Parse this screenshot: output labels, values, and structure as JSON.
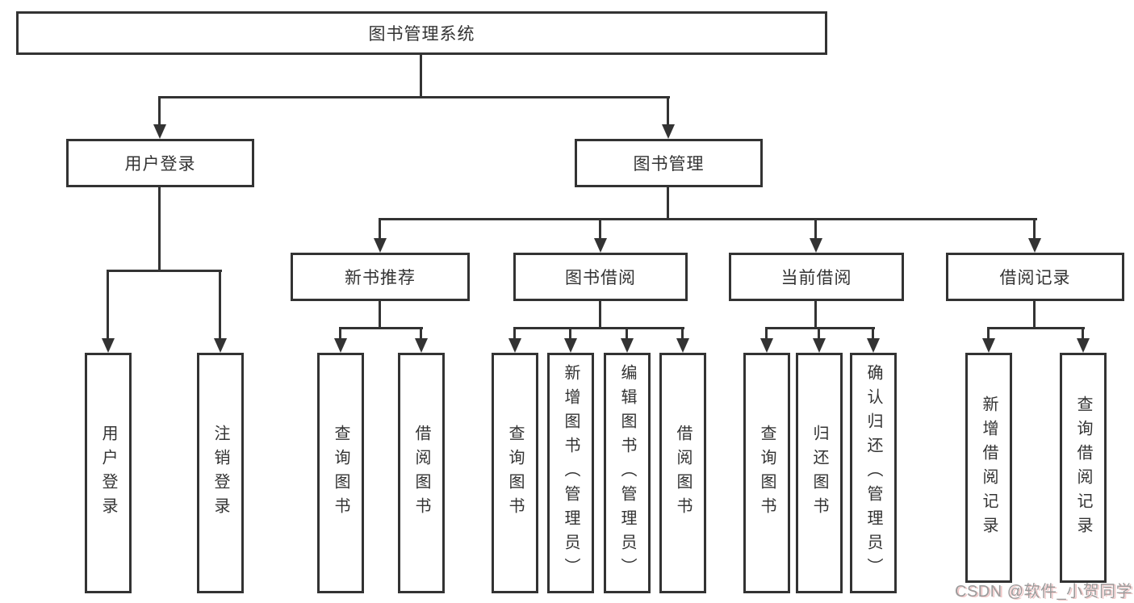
{
  "diagram": {
    "root": {
      "label": "图书管理系统"
    },
    "branches": [
      {
        "label": "用户登录",
        "children": [
          {
            "label": "用户登录"
          },
          {
            "label": "注销登录"
          }
        ]
      },
      {
        "label": "图书管理",
        "children": [
          {
            "label": "新书推荐",
            "children": [
              {
                "label": "查询图书"
              },
              {
                "label": "借阅图书"
              }
            ]
          },
          {
            "label": "图书借阅",
            "children": [
              {
                "label": "查询图书"
              },
              {
                "label": "新增图书（管理员）"
              },
              {
                "label": "编辑图书（管理员）"
              },
              {
                "label": "借阅图书"
              }
            ]
          },
          {
            "label": "当前借阅",
            "children": [
              {
                "label": "查询图书"
              },
              {
                "label": "归还图书"
              },
              {
                "label": "确认归还（管理员）"
              }
            ]
          },
          {
            "label": "借阅记录",
            "children": [
              {
                "label": "新增借阅记录"
              },
              {
                "label": "查询借阅记录"
              }
            ]
          }
        ]
      }
    ],
    "watermark": "CSDN @软件_小贺同学",
    "colors": {
      "line": "#333333",
      "text": "#333333",
      "background": "#ffffff",
      "watermark": "#9b9b9b"
    }
  }
}
